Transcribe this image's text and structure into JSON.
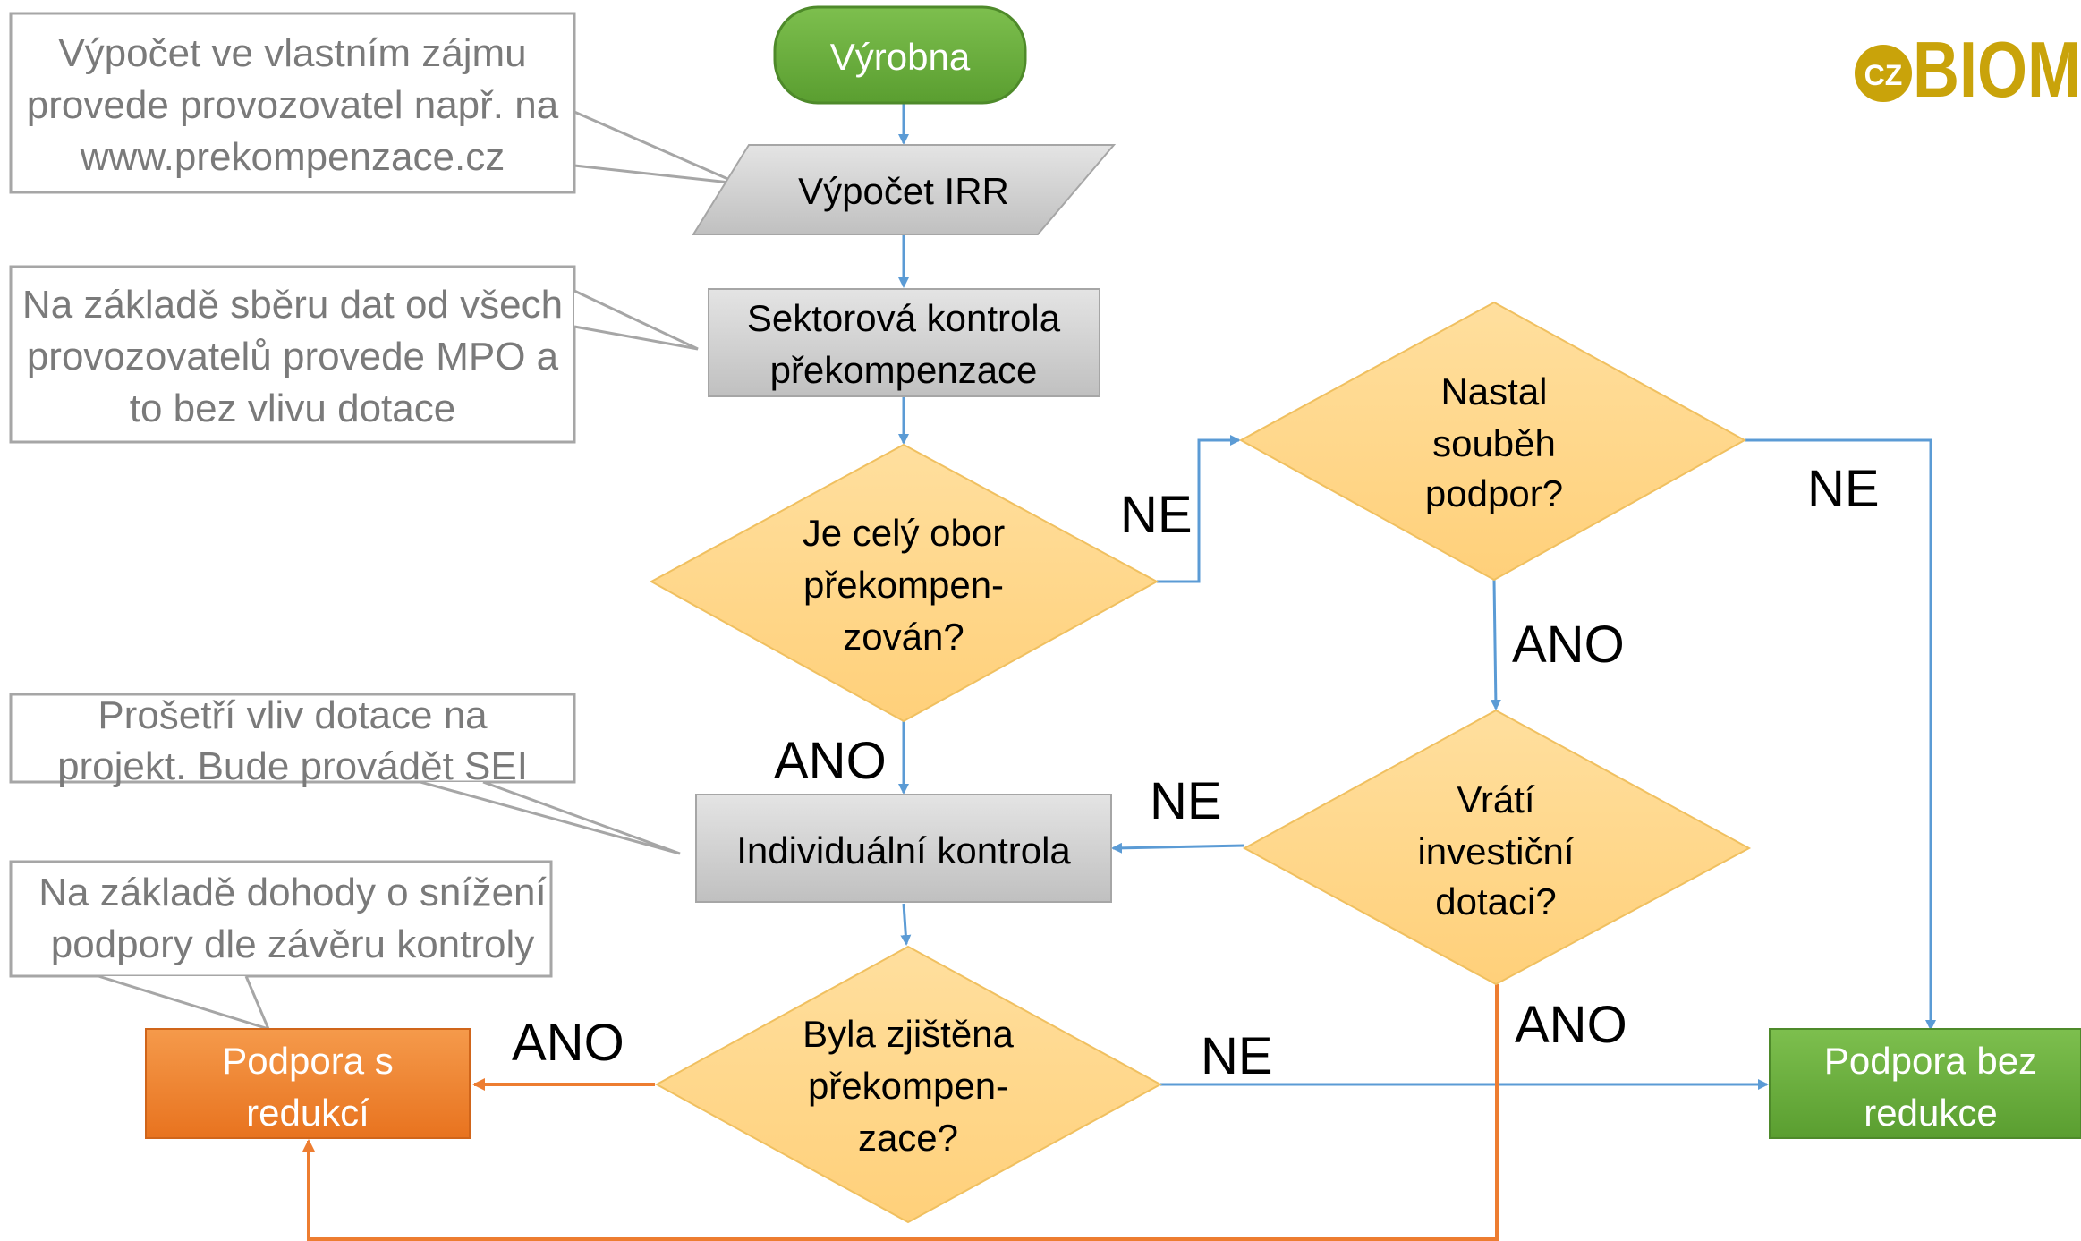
{
  "logo": {
    "text": "BIOM",
    "prefix": "CZ"
  },
  "nodes": {
    "start": "Výrobna",
    "irr": "Výpočet IRR",
    "sector": [
      "Sektorová kontrola",
      "překompenzace"
    ],
    "decision_sector": [
      "Je celý obor",
      "překompen-",
      "zován?"
    ],
    "decision_overlap": [
      "Nastal",
      "souběh",
      "podpor?"
    ],
    "individual": "Individuální kontrola",
    "decision_return": [
      "Vrátí",
      "investiční",
      "dotaci?"
    ],
    "decision_found": [
      "Byla zjištěna",
      "překompen-",
      "zace?"
    ],
    "reduced": [
      "Podpora s",
      "redukcí"
    ],
    "unreduced": [
      "Podpora bez",
      "redukce"
    ]
  },
  "callouts": {
    "c1": [
      "Výpočet ve vlastním zájmu",
      "provede provozovatel např. na",
      "www.prekompenzace.cz"
    ],
    "c2": [
      "Na základě sběru dat od všech",
      "provozovatelů provede MPO a",
      "to bez vlivu dotace"
    ],
    "c3": [
      "Prošetří vliv dotace na",
      "projekt. Bude provádět SEI"
    ],
    "c4": [
      "Na základě dohody o snížení",
      "podpory dle závěru kontroly"
    ]
  },
  "labels": {
    "ne_sector": "NE",
    "ano_sector": "ANO",
    "ne_overlap": "NE",
    "ano_overlap": "ANO",
    "ne_return": "NE",
    "ano_return": "ANO",
    "ano_found": "ANO",
    "ne_found": "NE"
  },
  "colors": {
    "green": "#6aaf3d",
    "orange": "#f07f2a",
    "gray": "#c8c8c8",
    "diamond": "#ffd58a",
    "arrow_blue": "#5b9bd5",
    "arrow_orange": "#ed7d31"
  }
}
